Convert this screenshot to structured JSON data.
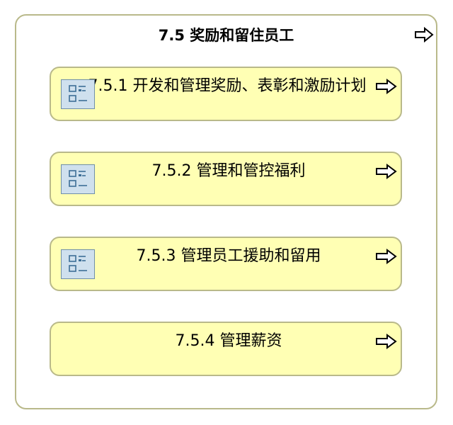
{
  "diagram": {
    "container": {
      "title": "7.5 奖励和留住员工",
      "arrow_icon": "arrow-right-outline-icon"
    },
    "boxes": [
      {
        "label": "7.5.1 开发和管理奖励、表彰和激励计划",
        "has_icon": true,
        "icon": "list-icon",
        "arrow_icon": "arrow-right-outline-icon"
      },
      {
        "label": "7.5.2 管理和管控福利",
        "has_icon": true,
        "icon": "list-icon",
        "arrow_icon": "arrow-right-outline-icon"
      },
      {
        "label": "7.5.3 管理员工援助和留用",
        "has_icon": true,
        "icon": "list-icon",
        "arrow_icon": "arrow-right-outline-icon"
      },
      {
        "label": "7.5.4 管理薪资",
        "has_icon": false,
        "arrow_icon": "arrow-right-outline-icon"
      }
    ],
    "colors": {
      "box_fill": "#ffffb4",
      "border": "#b9b98a",
      "icon_fill": "#cfe0ee",
      "icon_stroke": "#3d6e96"
    }
  }
}
